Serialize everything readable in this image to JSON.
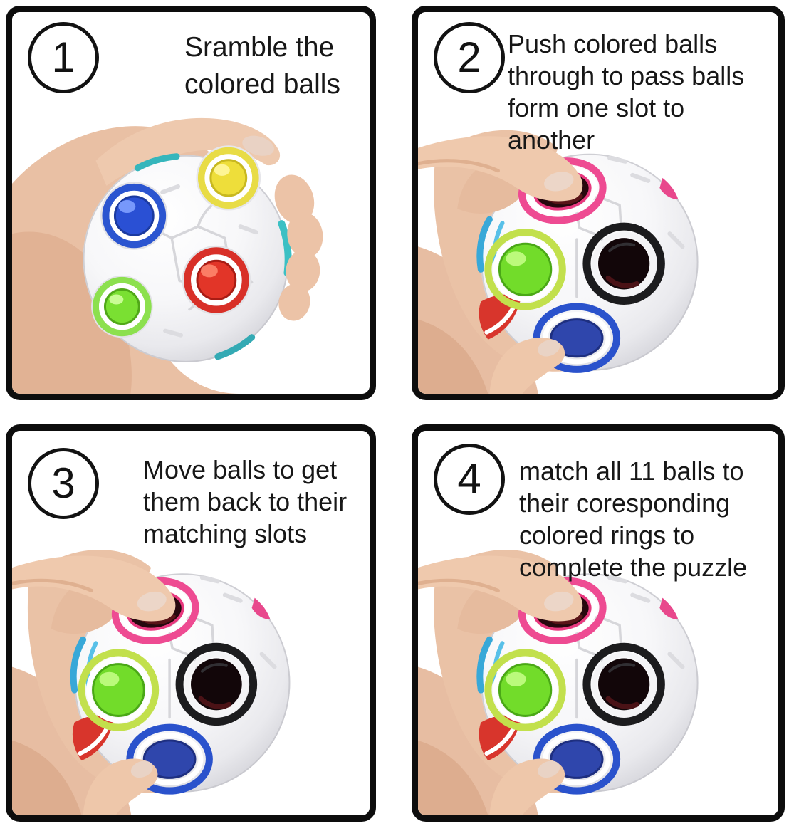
{
  "panels": [
    {
      "number": "1",
      "instruction": "Sramble the\ncolored balls",
      "photo_alt": "hand holding white rainbow puzzle ball showing blue, yellow, red and green balls in matching rings"
    },
    {
      "number": "2",
      "instruction": "Push colored balls\nthrough to pass balls\nform one slot to\nanother",
      "photo_alt": "thumb pushing a ball through the pink-ringed slot; green ball, empty black slot and blue slot visible"
    },
    {
      "number": "3",
      "instruction": "Move balls to get\nthem back to their\nmatching slots",
      "photo_alt": "thumb pushing a ball through the pink-ringed slot; green ball, empty black slot and blue slot visible"
    },
    {
      "number": "4",
      "instruction": "match all 11 balls to\ntheir coresponding\ncolored rings to\ncomplete the puzzle",
      "photo_alt": "thumb pushing a ball through the pink-ringed slot; green ball, empty black slot and blue slot visible"
    }
  ],
  "colors": {
    "panel_border": "#0d0d0d",
    "ball_blue": "#2a50d4",
    "ball_yellow": "#eede3a",
    "ball_red": "#e23528",
    "ball_green": "#7ae032",
    "ball_lime": "#72dc2a",
    "ring_pink": "#ee4b92",
    "ring_black": "#1c1c1e",
    "ring_blue": "#2a52cc",
    "ring_cyan": "#38a8d8",
    "skin": "#eac2a6"
  }
}
